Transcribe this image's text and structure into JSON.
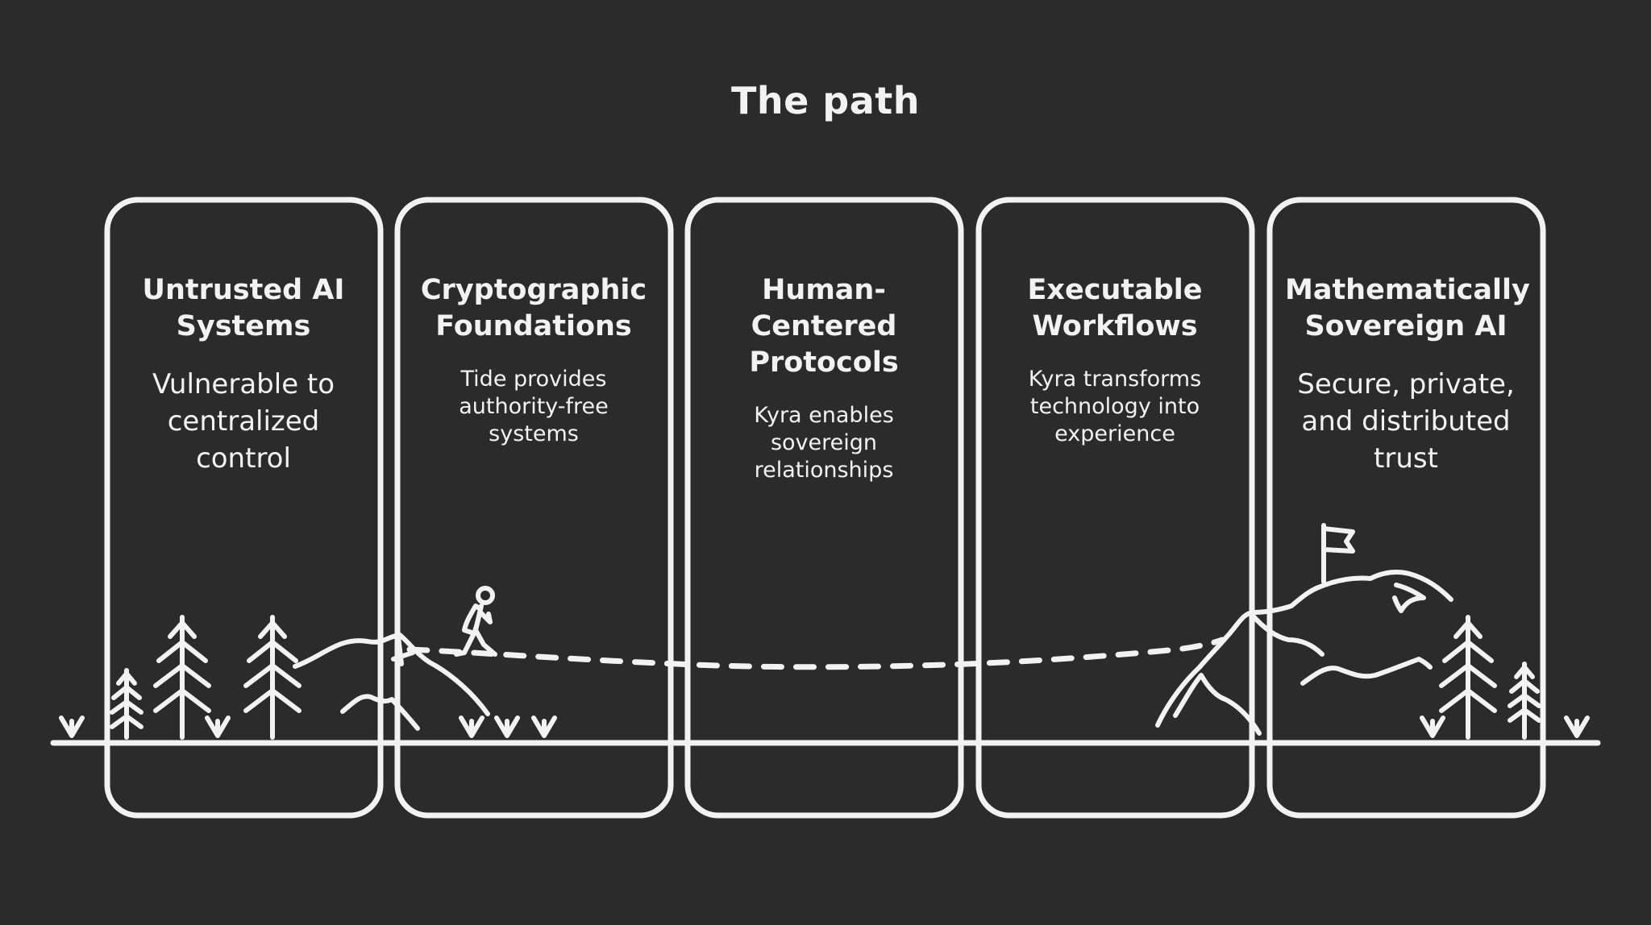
{
  "title": "The path",
  "columns": [
    {
      "heading": "Untrusted AI Systems",
      "description": "Vulnerable to centralized control"
    },
    {
      "heading": "Cryptographic Foundations",
      "description": "Tide provides authority-free systems"
    },
    {
      "heading": "Human-Centered Protocols",
      "description": "Kyra enables sovereign relationships"
    },
    {
      "heading": "Executable Workflows",
      "description": "Kyra transforms technology into experience"
    },
    {
      "heading": "Mathematically Sovereign AI",
      "description": "Secure, private, and distributed trust"
    }
  ],
  "colors": {
    "background": "#2b2b2b",
    "ink": "#f2f2f2"
  },
  "icons": [
    "pine-tree-icon",
    "grass-tuft-icon",
    "hiker-icon",
    "mountain-icon",
    "summit-flag-icon"
  ]
}
